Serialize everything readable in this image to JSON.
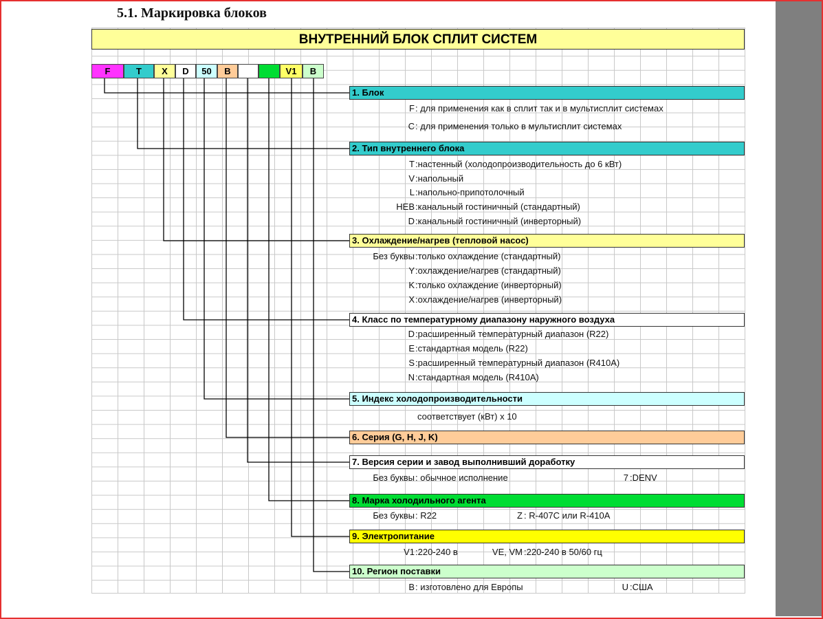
{
  "heading": "5.1. Маркировка блоков",
  "banner": "ВНУТРЕННИЙ БЛОК СПЛИТ СИСТЕМ",
  "code_boxes": [
    {
      "label": "F",
      "color": "#ff33ff"
    },
    {
      "label": "T",
      "color": "#33cccc"
    },
    {
      "label": "X",
      "color": "#ffff99"
    },
    {
      "label": "D",
      "color": "#ffffff"
    },
    {
      "label": "50",
      "color": "#ccffff"
    },
    {
      "label": "B",
      "color": "#ffcc99"
    },
    {
      "label": "",
      "color": "#ffffff"
    },
    {
      "label": "",
      "color": "#00dd33"
    },
    {
      "label": "V1",
      "color": "#ffff66"
    },
    {
      "label": "B",
      "color": "#ccffcc"
    }
  ],
  "sections": [
    {
      "title": "1. Блок",
      "color": "#33cccc",
      "rows": [
        {
          "key": "F",
          "text": ": для применения как в сплит так и в мультисплит системах"
        },
        {
          "key": "C",
          "text": ": для применения только в мультисплит системах"
        }
      ]
    },
    {
      "title": "2. Тип внутреннего блока",
      "color": "#33cccc",
      "rows": [
        {
          "key": "T",
          "text": ":настенный (холодопроизводительность до 6 кВт)"
        },
        {
          "key": "V",
          "text": ":напольный"
        },
        {
          "key": "L",
          "text": ":напольно-припотолочный"
        },
        {
          "key": "HEB",
          "text": ":канальный гостиничный (стандартный)"
        },
        {
          "key": "D",
          "text": ":канальный гостиничный (инверторный)"
        }
      ]
    },
    {
      "title": "3. Охлаждение/нагрев (тепловой насос)",
      "color": "#ffff99",
      "rows": [
        {
          "key": "Без буквы",
          "text": ":только охлаждение (стандартный)"
        },
        {
          "key": "Y",
          "text": ":охлаждение/нагрев (стандартный)"
        },
        {
          "key": "K",
          "text": ":только охлаждение (инверторный)"
        },
        {
          "key": "X",
          "text": ":охлаждение/нагрев (инверторный)"
        }
      ]
    },
    {
      "title": "4. Класс по температурному диапазону наружного воздуха",
      "color": "#ffffff",
      "rows": [
        {
          "key": "D",
          "text": ":расширенный температурный диапазон (R22)"
        },
        {
          "key": "E",
          "text": ":стандартная модель (R22)"
        },
        {
          "key": "S",
          "text": ":расширенный температурный диапазон (R410A)"
        },
        {
          "key": "N",
          "text": ":стандартная модель (R410A)"
        }
      ]
    },
    {
      "title": "5. Индекс холодопроизводительности",
      "color": "#ccffff",
      "rows": [
        {
          "key": "",
          "text": "соответствует (кВт) х 10"
        }
      ]
    },
    {
      "title": "6. Серия (G, H, J, K)",
      "color": "#ffcc99",
      "rows": []
    },
    {
      "title": "7. Версия серии и завод выполнивший доработку",
      "color": "#ffffff",
      "rows": [
        {
          "key": "Без буквы",
          "text": ": обычное исполнение",
          "key2": "7",
          "text2": ":DENV"
        }
      ]
    },
    {
      "title": "8. Марка холодильного агента",
      "color": "#00dd33",
      "rows": [
        {
          "key": "Без буквы",
          "text": ": R22",
          "key2": "Z",
          "text2": ": R-407C или R-410A"
        }
      ]
    },
    {
      "title": "9. Электропитание",
      "color": "#ffff00",
      "rows": [
        {
          "key": "V1",
          "text": ":220-240 в",
          "key2": "VE, VM",
          "text2": ":220-240 в 50/60 гц"
        }
      ]
    },
    {
      "title": "10. Регион поставки",
      "color": "#ccffcc",
      "rows": [
        {
          "key": "B",
          "text": ": изготовлено для Европы",
          "key2": "U",
          "text2": ":США"
        }
      ]
    }
  ],
  "colors": {
    "frame": "#e53030",
    "sidebar": "#7f7f7f",
    "grid": "#c8c8c8"
  }
}
